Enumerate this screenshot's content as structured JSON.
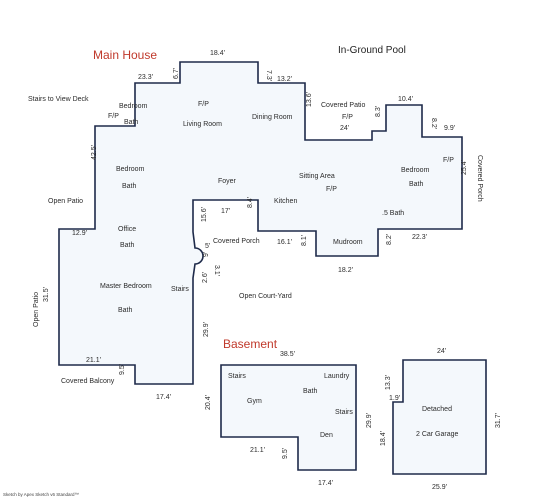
{
  "headings": {
    "main_house": "Main House",
    "pool": "In-Ground Pool",
    "basement": "Basement",
    "credit": "Sketch by Apex Sketch v6 Standard™"
  },
  "colors": {
    "heading_accent": "#c0392b",
    "wall": "#1e2a4a",
    "room_fill": "#f4f8fc"
  },
  "main_house": {
    "labels": {
      "stairs_view_deck": "Stairs to View Deck",
      "fp_left": "F/P",
      "bedroom_top": "Bedroom",
      "bath_top": "Bath",
      "fp_living": "F/P",
      "living_room": "Living Room",
      "dining_room": "Dining Room",
      "covered_patio": "Covered Patio",
      "fp_patio": "F/P",
      "bedroom_left": "Bedroom",
      "bath_left": "Bath",
      "foyer": "Foyer",
      "sitting_area": "Sitting Area",
      "fp_sitting": "F/P",
      "kitchen": "Kitchen",
      "bedroom_right": "Bedroom",
      "bath_right": "Bath",
      "fp_right": "F/P",
      "covered_porch_right": "Covered Porch",
      "open_patio_top": "Open Patio",
      "office": "Office",
      "bath_office": "Bath",
      "covered_porch": "Covered Porch",
      "half_bath": ".5 Bath",
      "mudroom": "Mudroom",
      "master_bedroom": "Master Bedroom",
      "stairs": "Stairs",
      "master_bath": "Bath",
      "open_court_yard": "Open Court-Yard",
      "open_patio_left": "Open Patio",
      "covered_balcony": "Covered Balcony"
    },
    "dims": {
      "top": "18.4'",
      "left_top": "23.3'",
      "step_a": "6.7'",
      "step_b": "7.3'",
      "top_mid": "13.2'",
      "dining_drop": "13.6'",
      "patio_width": "24'",
      "patio_drop": "8.3'",
      "right_top": "10.4'",
      "right_step_v": "8.2'",
      "right_step_h": "9.9'",
      "left_upper": "42.5'",
      "right_side": "25.4'",
      "office_width": "12.9'",
      "foyer_notch": "17'",
      "notch_v": "8.4'",
      "porch_v": "15.6'",
      "porch_a": "5'",
      "porch_b": "9'",
      "porch_c": "3.1'",
      "porch_d": "2.6'",
      "kitchen_width": "16.1'",
      "mud_drop": "8.1'",
      "right_bottom": "22.3'",
      "right_bottom_v": "8.2'",
      "mud_bottom": "18.2'",
      "left_lower": "31.5'",
      "stairs_v": "29.9'",
      "balcony_w": "21.1'",
      "balcony_v": "9.5'",
      "bottom": "17.4'"
    }
  },
  "basement": {
    "labels": {
      "stairs": "Stairs",
      "laundry": "Laundry",
      "gym": "Gym",
      "bath": "Bath",
      "stairs_2": "Stairs",
      "den": "Den"
    },
    "dims": {
      "top": "38.5'",
      "left": "20.4'",
      "right": "29.9'",
      "inner_w": "21.1'",
      "inner_v": "9.5'",
      "bottom": "17.4'"
    }
  },
  "garage": {
    "labels": {
      "detached": "Detached",
      "garage": "2 Car Garage"
    },
    "dims": {
      "top": "24'",
      "notch_v": "13.3'",
      "notch_h": "1.9'",
      "left": "18.4'",
      "right": "31.7'",
      "bottom": "25.9'"
    }
  }
}
